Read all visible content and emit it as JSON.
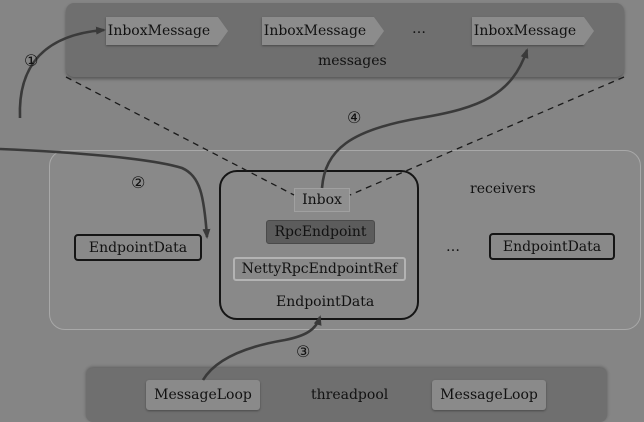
{
  "messages": {
    "items": [
      "InboxMessage",
      "InboxMessage",
      "InboxMessage"
    ],
    "ellipsis": "…",
    "label": "messages"
  },
  "receivers": {
    "label": "receivers",
    "left_endpoint": "EndpointData",
    "right_endpoint": "EndpointData",
    "ellipsis": "…"
  },
  "endpoint": {
    "inbox": "Inbox",
    "rpc_endpoint": "RpcEndpoint",
    "ref": "NettyRpcEndpointRef",
    "caption": "EndpointData"
  },
  "threadpool": {
    "label": "threadpool",
    "loops": [
      "MessageLoop",
      "MessageLoop"
    ]
  },
  "steps": [
    "①",
    "②",
    "③",
    "④"
  ],
  "colors": {
    "background": "#858585",
    "panel_dark": "#6f6f6f",
    "arrow": "#3a3a3a",
    "text": "#111111"
  }
}
